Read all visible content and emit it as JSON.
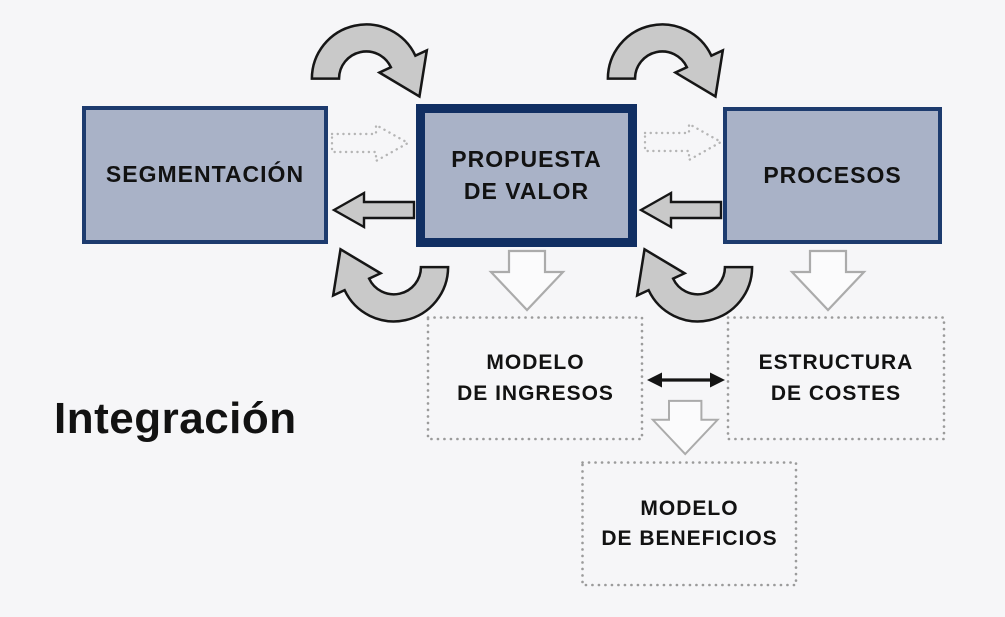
{
  "diagram": {
    "side_label": "Integración",
    "background": "#f6f6f8",
    "nodes": {
      "segmentacion": {
        "label": "SEGMENTACIÓN"
      },
      "propuesta": {
        "line1": "PROPUESTA",
        "line2": "DE VALOR"
      },
      "procesos": {
        "label": "PROCESOS"
      },
      "ingresos": {
        "line1": "MODELO",
        "line2": "DE INGRESOS"
      },
      "costes": {
        "line1": "ESTRUCTURA",
        "line2": "DE COSTES"
      },
      "beneficios": {
        "line1": "MODELO",
        "line2": "DE BENEFICIOS"
      }
    },
    "icons": [
      "cycle-arrow-icon",
      "dotted-arrow-right-icon",
      "solid-arrow-left-icon",
      "down-arrow-icon",
      "double-headed-arrow-icon"
    ],
    "colors": {
      "node_fill": "#a9b2c7",
      "node_border": "#1d3b6e",
      "emphasis_border": "#112f63",
      "cycle_arrow_fill": "#c9c9c9",
      "arrow_outline": "#161616",
      "soft_arrow_fill": "#fbfbfc",
      "soft_arrow_stroke": "#ababab",
      "dotted_box_dots": "#9b9b9b",
      "dotted_arrow_dots": "#b5b5b5",
      "text": "#121212",
      "background": "#f6f6f8"
    }
  }
}
